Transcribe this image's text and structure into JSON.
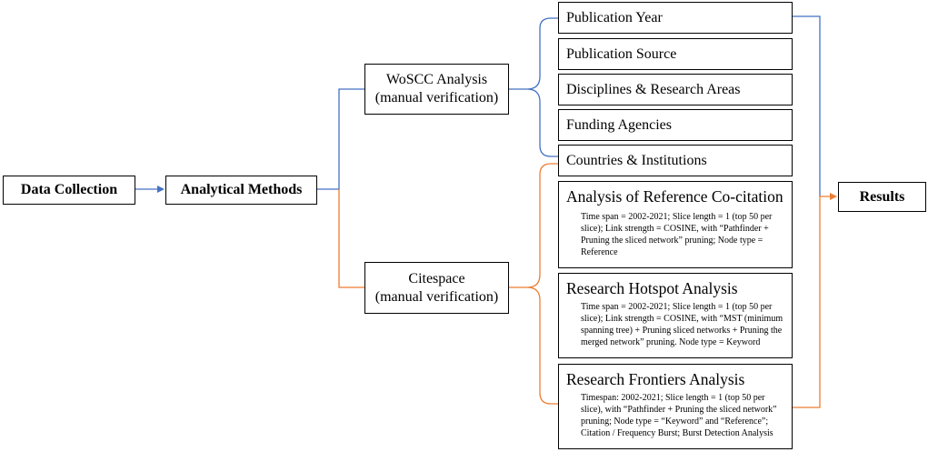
{
  "nodes": {
    "data_collection": "Data Collection",
    "analytical_methods": "Analytical Methods",
    "woscc": {
      "line1": "WoSCC Analysis",
      "line2": "(manual verification)"
    },
    "citespace": {
      "line1": "Citespace",
      "line2": "(manual verification)"
    },
    "results": "Results"
  },
  "woscc_items": [
    "Publication Year",
    "Publication Source",
    "Disciplines & Research Areas",
    "Funding Agencies",
    "Countries & Institutions"
  ],
  "citespace_items": [
    {
      "title": "Analysis of Reference Co-citation",
      "desc": "Time span = 2002-2021; Slice length = 1 (top 50 per slice); Link strength = COSINE, with “Pathfinder + Pruning the sliced network” pruning; Node type = Reference"
    },
    {
      "title": "Research Hotspot Analysis",
      "desc": "Time span = 2002-2021; Slice length = 1 (top 50 per slice); Link strength = COSINE, with “MST (minimum spanning tree) + Pruning sliced networks + Pruning the merged network” pruning. Node type = Keyword"
    },
    {
      "title": "Research Frontiers Analysis",
      "desc": "Timespan: 2002-2021; Slice length = 1 (top 50 per slice),   with “Pathfinder + Pruning the sliced network” pruning; Node type = “Keyword” and “Reference”; Citation / Frequency Burst; Burst Detection Analysis"
    }
  ],
  "colors": {
    "blue": "#4472C4",
    "orange": "#ED7D31"
  }
}
